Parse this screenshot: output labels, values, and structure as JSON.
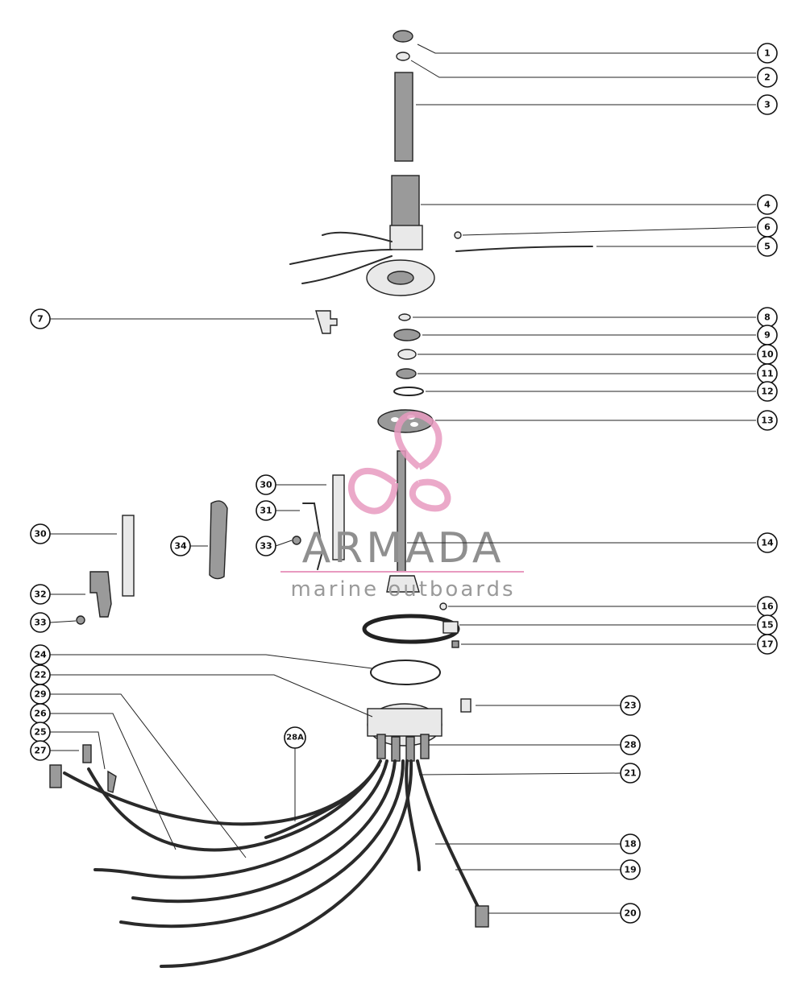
{
  "callouts": [
    {
      "label": "1"
    },
    {
      "label": "2"
    },
    {
      "label": "3"
    },
    {
      "label": "4"
    },
    {
      "label": "6"
    },
    {
      "label": "5"
    },
    {
      "label": "7"
    },
    {
      "label": "8"
    },
    {
      "label": "9"
    },
    {
      "label": "10"
    },
    {
      "label": "11"
    },
    {
      "label": "12"
    },
    {
      "label": "13"
    },
    {
      "label": "30"
    },
    {
      "label": "31"
    },
    {
      "label": "30"
    },
    {
      "label": "34"
    },
    {
      "label": "33"
    },
    {
      "label": "14"
    },
    {
      "label": "32"
    },
    {
      "label": "33"
    },
    {
      "label": "16"
    },
    {
      "label": "15"
    },
    {
      "label": "17"
    },
    {
      "label": "24"
    },
    {
      "label": "22"
    },
    {
      "label": "29"
    },
    {
      "label": "26"
    },
    {
      "label": "25"
    },
    {
      "label": "27"
    },
    {
      "label": "28A"
    },
    {
      "label": "23"
    },
    {
      "label": "28"
    },
    {
      "label": "21"
    },
    {
      "label": "18"
    },
    {
      "label": "19"
    },
    {
      "label": "20"
    }
  ],
  "watermark": {
    "brand": "ARMADA",
    "tagline": "marine outboards",
    "logo_color": "#e89ac0"
  }
}
